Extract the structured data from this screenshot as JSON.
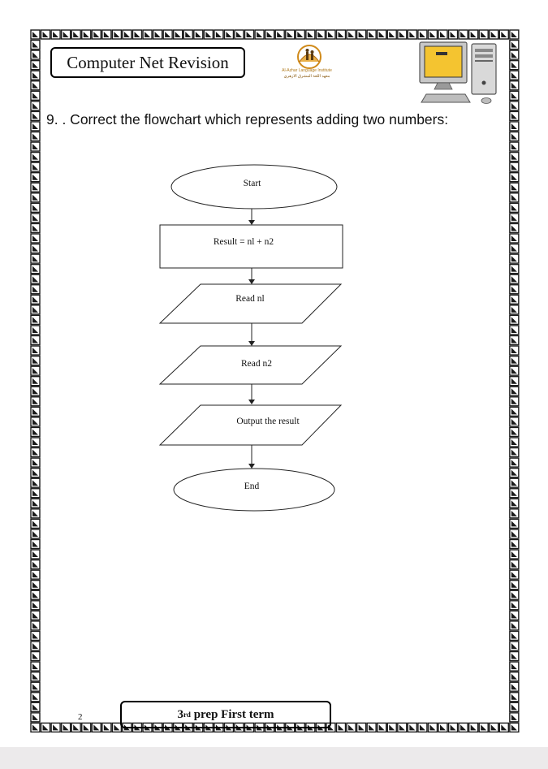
{
  "header": {
    "title": "Computer Net Revision",
    "logo_line1": "Al-Azhar Language Institute",
    "logo_line2": "معهد اللغة المشرق الازهري"
  },
  "question": {
    "text": "9. . Correct the flowchart which represents adding two numbers:"
  },
  "flowchart": {
    "start": "Start",
    "process": "Result = nl + n2",
    "input1": "Read nl",
    "input2": "Read n2",
    "output": "Output the result",
    "end": "End"
  },
  "footer": {
    "page_number": "2",
    "grade_ordinal": "3",
    "grade_suffix": "rd",
    "term": "prep First term"
  },
  "colors": {
    "page_background": "#ffffff",
    "screen_background": "#eceaeb",
    "border_tile": "#1a1a1a",
    "logo_accent": "#d08a1a"
  }
}
